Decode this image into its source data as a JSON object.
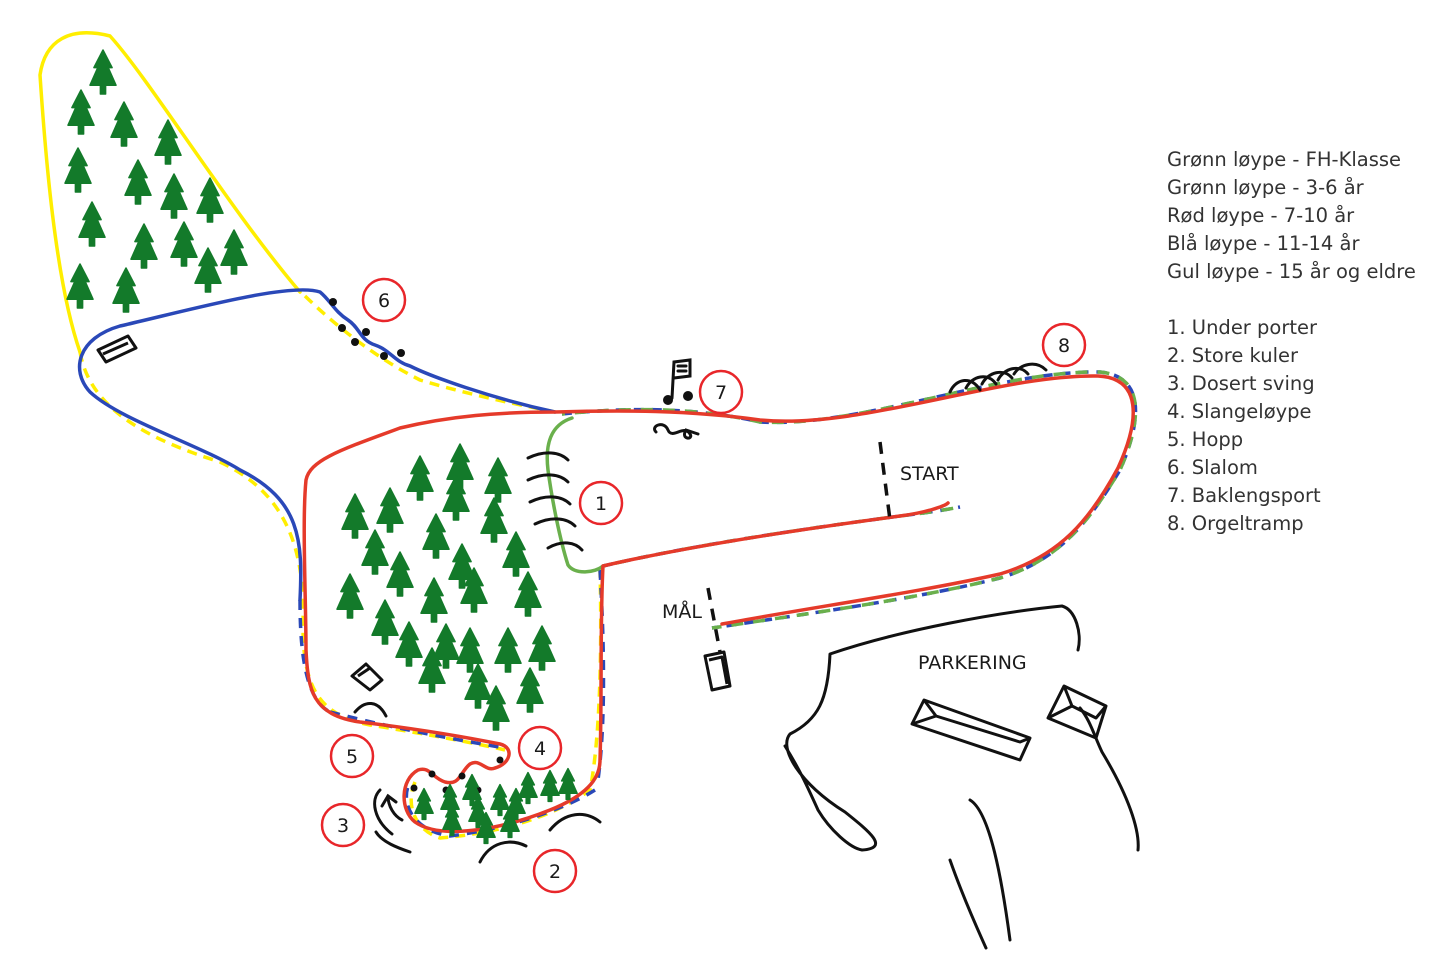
{
  "legend": {
    "routes": [
      "Grønn løype - FH-Klasse",
      "Grønn løype - 3-6 år",
      "Rød løype - 7-10 år",
      "Blå løype - 11-14 år",
      "Gul løype - 15 år og eldre"
    ],
    "obstacles": [
      "1. Under porter",
      "2. Store kuler",
      "3. Dosert sving",
      "4. Slangeløype",
      "5. Hopp",
      "6. Slalom",
      "7. Baklengsport",
      "8. Orgeltramp"
    ]
  },
  "labels": {
    "start": "START",
    "finish": "MÅL",
    "parking": "PARKERING"
  },
  "markers": [
    "1",
    "2",
    "3",
    "4",
    "5",
    "6",
    "7",
    "8"
  ],
  "colors": {
    "green": "#6ab04c",
    "red": "#e53a2a",
    "blue": "#2a48b8",
    "yellow": "#ffee00",
    "tree": "#137a2a",
    "marker_ring": "#e8262a",
    "ink": "#111111"
  }
}
